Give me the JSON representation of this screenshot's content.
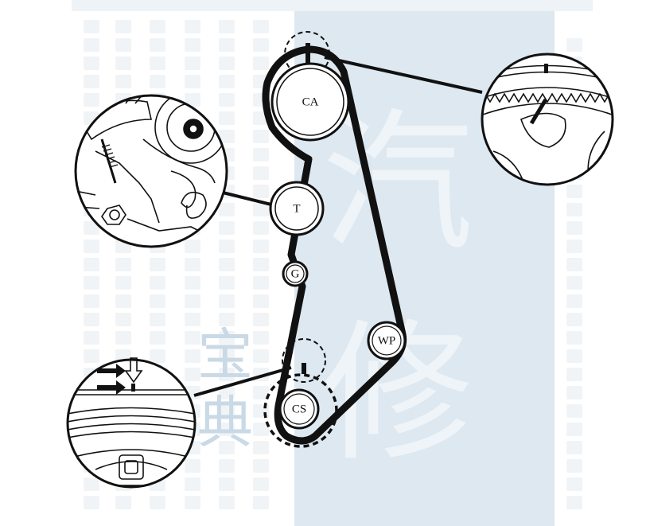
{
  "diagram": {
    "pulleys": [
      {
        "id": "camshaft",
        "label": "CA"
      },
      {
        "id": "tensioner",
        "label": "T"
      },
      {
        "id": "guide",
        "label": "G"
      },
      {
        "id": "water-pump",
        "label": "WP"
      },
      {
        "id": "crankshaft",
        "label": "CS"
      }
    ],
    "detail_views": [
      {
        "id": "camshaft-mark-detail",
        "depicts": "camshaft sprocket timing mark aligned with cover mark"
      },
      {
        "id": "tensioner-detail",
        "depicts": "tensioner with spring and bolt"
      },
      {
        "id": "crankshaft-mark-detail",
        "depicts": "crankshaft pulley timing mark with arrows"
      }
    ],
    "colors": {
      "ink": "#111111",
      "watermark_band": "#dde8f0",
      "watermark_text": "#ffffff",
      "background": "#ffffff"
    }
  },
  "watermark": {
    "big_chars": [
      "汽",
      "修"
    ],
    "side_chars": [
      "宝",
      "典"
    ]
  }
}
